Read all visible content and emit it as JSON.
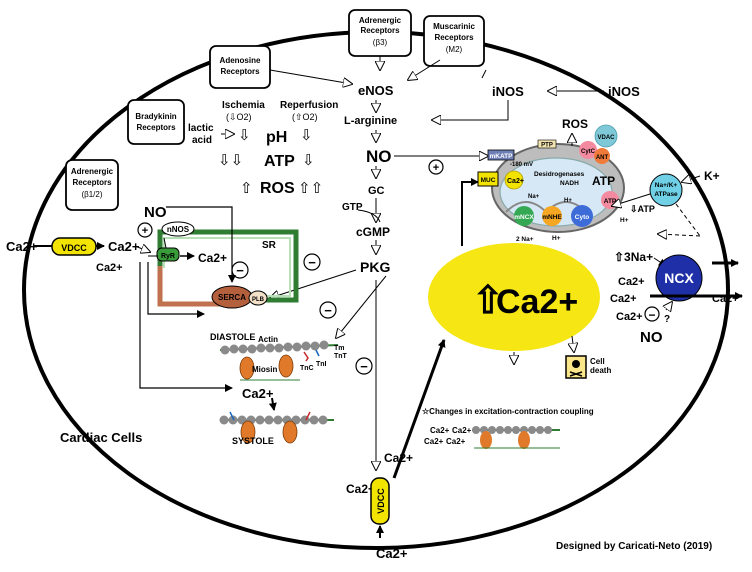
{
  "receptors": {
    "adrenergic_b3": [
      "Adrenergic",
      "Receptors",
      "(β3)"
    ],
    "muscarinic_m2": [
      "Muscarinic",
      "Receptors",
      "(M2)"
    ],
    "adenosine": [
      "Adenosine",
      "Receptors"
    ],
    "bradykinin": [
      "Bradykinin",
      "Receptors"
    ],
    "adrenergic_b12": [
      "Adrenergic",
      "Receptors",
      "(β1/2)"
    ]
  },
  "pathway": {
    "enos": "eNOS",
    "inos": "iNOS",
    "inos_outside": "iNOS",
    "l_arginine": "L-arginine",
    "no": "NO",
    "gc": "GC",
    "gtp": "GTP",
    "cgmp": "cGMP",
    "pkg": "PKG",
    "plus": "+",
    "minus": "−"
  },
  "conditions": {
    "ischemia": "Ischemia",
    "ischemia_o2": "(⇩O2)",
    "reperfusion": "Reperfusion",
    "reperfusion_o2": "(⇧O2)",
    "lactic": "lactic",
    "acid": "acid",
    "ph": "pH",
    "atp": "ATP",
    "ros": "ROS"
  },
  "sr_module": {
    "no": "NO",
    "nnos": "nNOS",
    "ryr": "RyR",
    "ca": "Ca2+",
    "sr": "SR",
    "serca": "SERCA",
    "plb": "PLB"
  },
  "vdcc_left": {
    "label": "VDCC",
    "ca_out": "Ca2+",
    "ca_in": "Ca2+",
    "ca_below": "Ca2+"
  },
  "myofilament": {
    "diastole": "DIASTOLE",
    "actin": "Actin",
    "tm": "Tm",
    "tnt": "TnT",
    "tni": "TnI",
    "tnc": "TnC",
    "miosin": "Miosin",
    "ca": "Ca2+",
    "systole": "SYSTOLE"
  },
  "mitochondria": {
    "ros": "ROS",
    "ptp": "PTP",
    "vdac": "VDAC",
    "mkatp": "mKATP",
    "muc": "MUC",
    "ca": "Ca2+",
    "mv": "-180 mV",
    "desidrogenases": "Desidrogenases",
    "nadh": "NADH",
    "atp": "ATP",
    "atp_inner": "ATP",
    "cyto": "CytC",
    "ant": "ANT",
    "mnckx": "mNCX",
    "mnhe": "mNHE",
    "cyto_inner": "Cyto",
    "na": "Na+",
    "h": "H+",
    "na2": "2 Na+",
    "h2": "H+",
    "h3": "H+"
  },
  "ion_exchange": {
    "nak_atpase": [
      "Na+/K+",
      "ATPase"
    ],
    "k": "K+",
    "atp": "⇩ATP",
    "na3": "⇧3Na+",
    "ncx": "NCX",
    "ca_left1": "Ca2+",
    "ca_left2": "Ca2+",
    "ca_left3": "Ca2+",
    "ca_right": "Ca2+",
    "no": "NO",
    "q": "?"
  },
  "cytosol": {
    "big_ca": "Ca2+",
    "cell_death": [
      "Cell",
      "death"
    ],
    "changes": "☆Changes in excitation-contraction coupling",
    "ca_sys": [
      "Ca2+",
      "Ca2+",
      "Ca2+",
      "Ca2+"
    ]
  },
  "vdcc_bottom": {
    "label": "VDCC",
    "ca_top1": "Ca2+",
    "ca_top2": "Ca2+",
    "ca_bottom": "Ca2+"
  },
  "labels": {
    "cardiac_cells": "Cardiac Cells",
    "credit": "Designed by Caricati-Neto (2019)"
  },
  "colors": {
    "yellow": "#f5e614",
    "ncx_blue": "#1f2fa8",
    "serca_brown": "#b5603c",
    "sr_green": "#2e7d32",
    "sr_brown": "#c0714d",
    "mito_gray": "#bdbdbd",
    "vdcc_yellow": "#f2e400",
    "cyan": "#6fd0e6"
  }
}
